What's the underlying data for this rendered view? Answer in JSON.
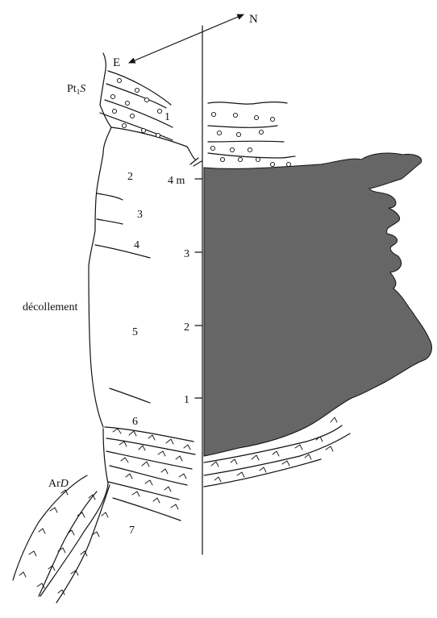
{
  "compass": {
    "east": "E",
    "north": "N"
  },
  "formations": {
    "upper_prefix": "Pt",
    "upper_sub": "1",
    "upper_italic": "S",
    "lower_prefix": "Ar",
    "lower_italic": "D"
  },
  "decollement_label": "décollement",
  "layer_numbers": [
    "1",
    "2",
    "3",
    "4",
    "5",
    "6",
    "7"
  ],
  "scale_ticks": [
    "4 m",
    "3",
    "2",
    "1"
  ],
  "colors": {
    "line": "#111111",
    "fill": "#666666",
    "background": "#ffffff"
  }
}
